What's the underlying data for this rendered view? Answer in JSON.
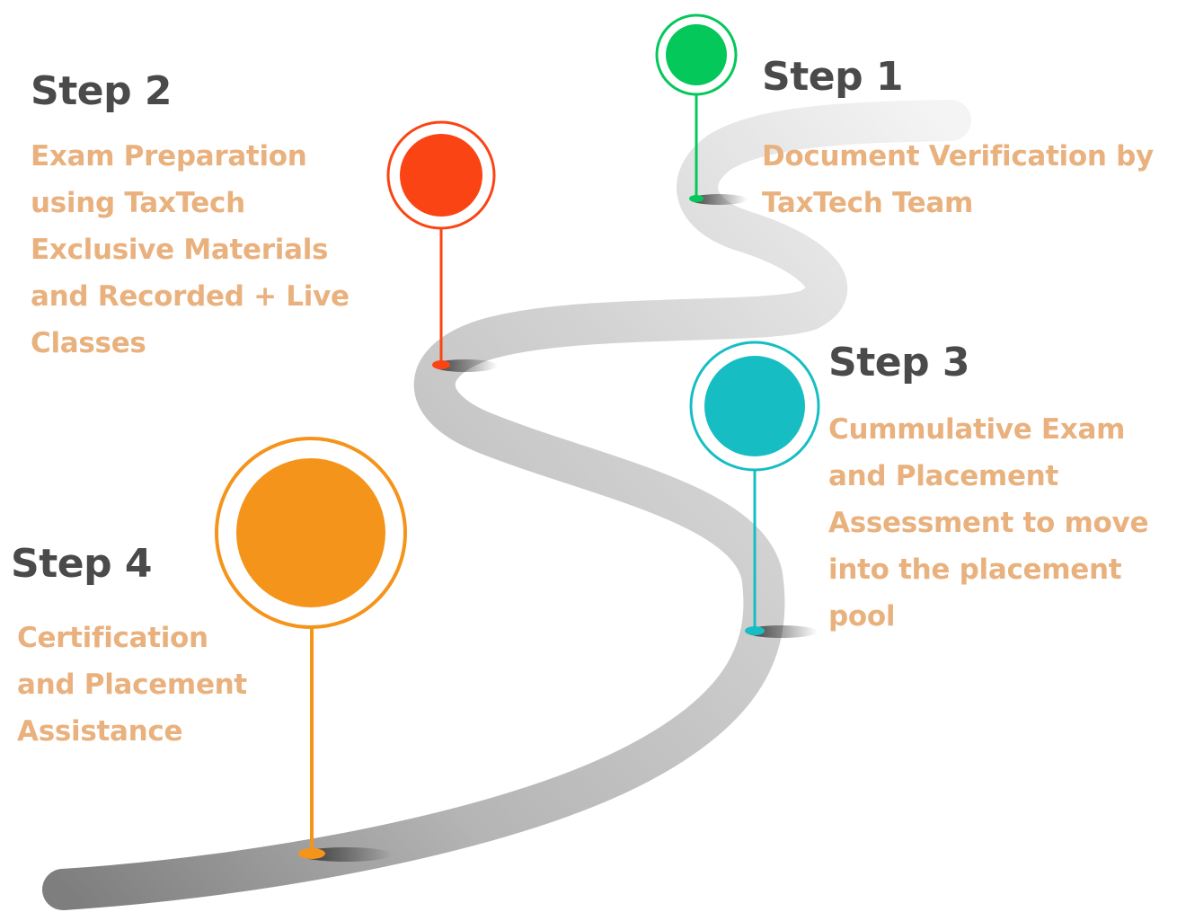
{
  "steps": [
    {
      "title": "Step 1",
      "description_lines": [
        "Document Verification by",
        "TaxTech Team"
      ],
      "marker_color": "#04c85a"
    },
    {
      "title": "Step 2",
      "description_lines": [
        "Exam Preparation",
        "using TaxTech",
        "Exclusive Materials",
        "and Recorded + Live",
        "Classes"
      ],
      "marker_color": "#fb4414"
    },
    {
      "title": "Step 3",
      "description_lines": [
        "Cummulative Exam",
        "and Placement",
        "Assessment to move",
        "into the placement",
        "pool"
      ],
      "marker_color": "#16bec3"
    },
    {
      "title": "Step 4",
      "description_lines": [
        "Certification",
        "and Placement",
        "Assistance"
      ],
      "marker_color": "#f4941b"
    }
  ],
  "colors": {
    "title_text": "#4a4a4a",
    "description_text": "#e9b17e",
    "road_light": "#e8e8e8",
    "road_dark": "#8a8a8a"
  }
}
